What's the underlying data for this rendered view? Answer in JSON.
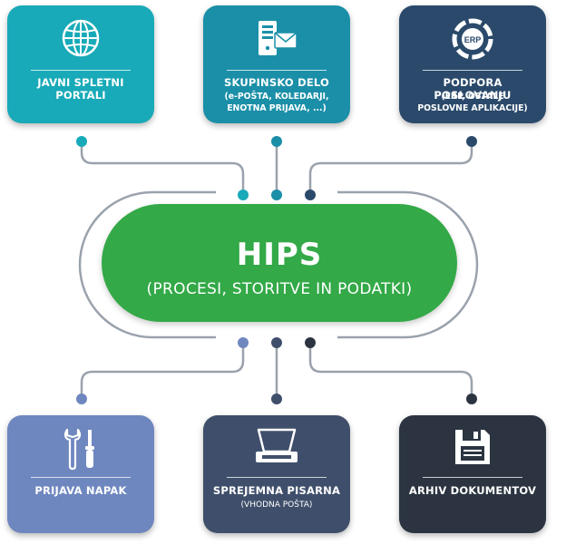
{
  "colors": {
    "teal": "#18aab8",
    "blue_teal": "#1b8fa8",
    "navy": "#2b4a6b",
    "periwinkle": "#6f87bf",
    "slate": "#3f4f6b",
    "charcoal": "#2b3440",
    "green": "#33a947",
    "connector": "#9aa2ac"
  },
  "hub": {
    "title": "HIPS",
    "subtitle": "(PROCESI, STORITVE IN PODATKI)"
  },
  "top_boxes": [
    {
      "title": "JAVNI SPLETNI PORTALI",
      "sub": [
        "",
        "",
        ""
      ],
      "icon": "globe-icon"
    },
    {
      "title": "SKUPINSKO DELO",
      "sub": [
        "(e-POŠTA, KOLEDARJI,",
        "ENOTNA PRIJAVA, ...)",
        ""
      ],
      "icon": "server-mail-icon"
    },
    {
      "title": "PODPORA POSLOVANJU",
      "sub": [
        "(ERP, OSTALE",
        "POSLOVNE APLIKACIJE)",
        ""
      ],
      "icon": "erp-cycle-icon",
      "icon_text": "ERP"
    }
  ],
  "bottom_boxes": [
    {
      "title": "PRIJAVA NAPAK",
      "sub": "",
      "icon": "wrench-screwdriver-icon"
    },
    {
      "title": "SPREJEMNA PISARNA",
      "sub": "(VHODNA POŠTA)",
      "icon": "scanner-icon"
    },
    {
      "title": "ARHIV DOKUMENTOV",
      "sub": "",
      "icon": "floppy-disk-icon"
    }
  ]
}
